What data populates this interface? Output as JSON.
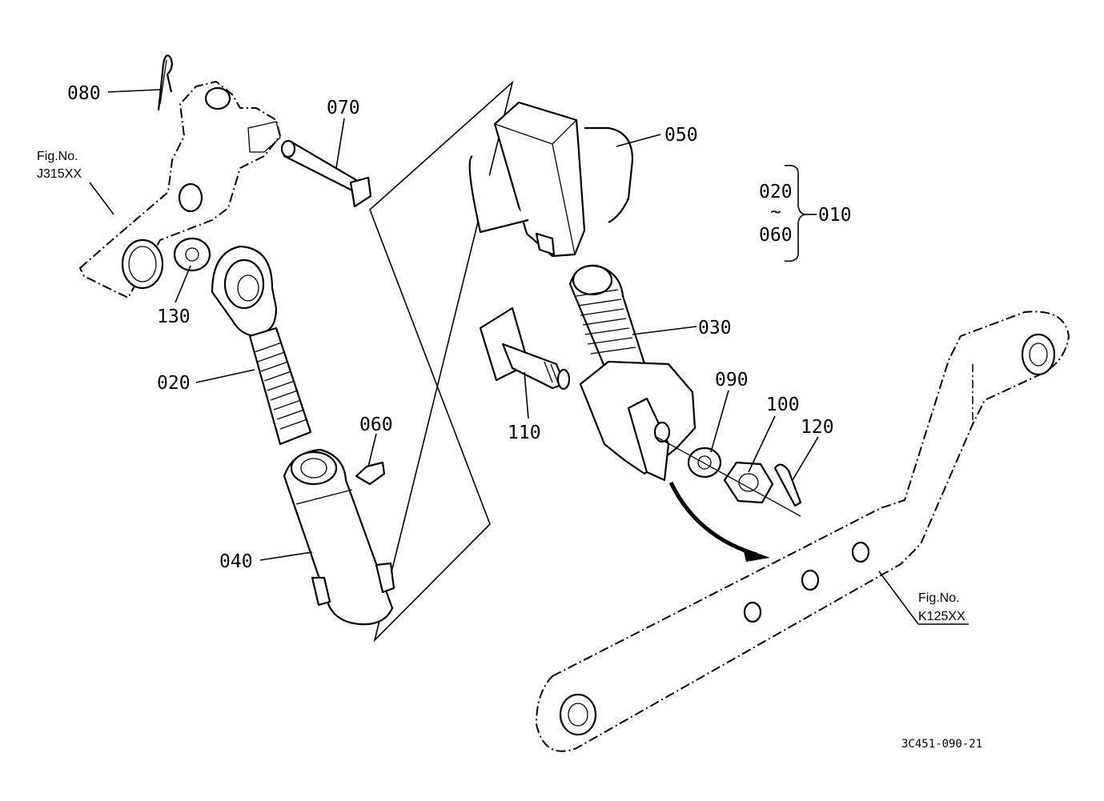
{
  "diagram": {
    "part_labels": {
      "p080": "080",
      "p070": "070",
      "p050": "050",
      "p020_bracket": "020",
      "tilde": "~",
      "p060_bracket": "060",
      "p010": "010",
      "p130": "130",
      "p030": "030",
      "p020": "020",
      "p090": "090",
      "p100": "100",
      "p120": "120",
      "p060": "060",
      "p110": "110",
      "p040": "040"
    },
    "figure_refs": {
      "left_fig": "Fig.No.",
      "left_code": "J315XX",
      "right_fig": "Fig.No.",
      "right_code": "K125XX"
    },
    "drawing_number": "3C451-090-21"
  }
}
